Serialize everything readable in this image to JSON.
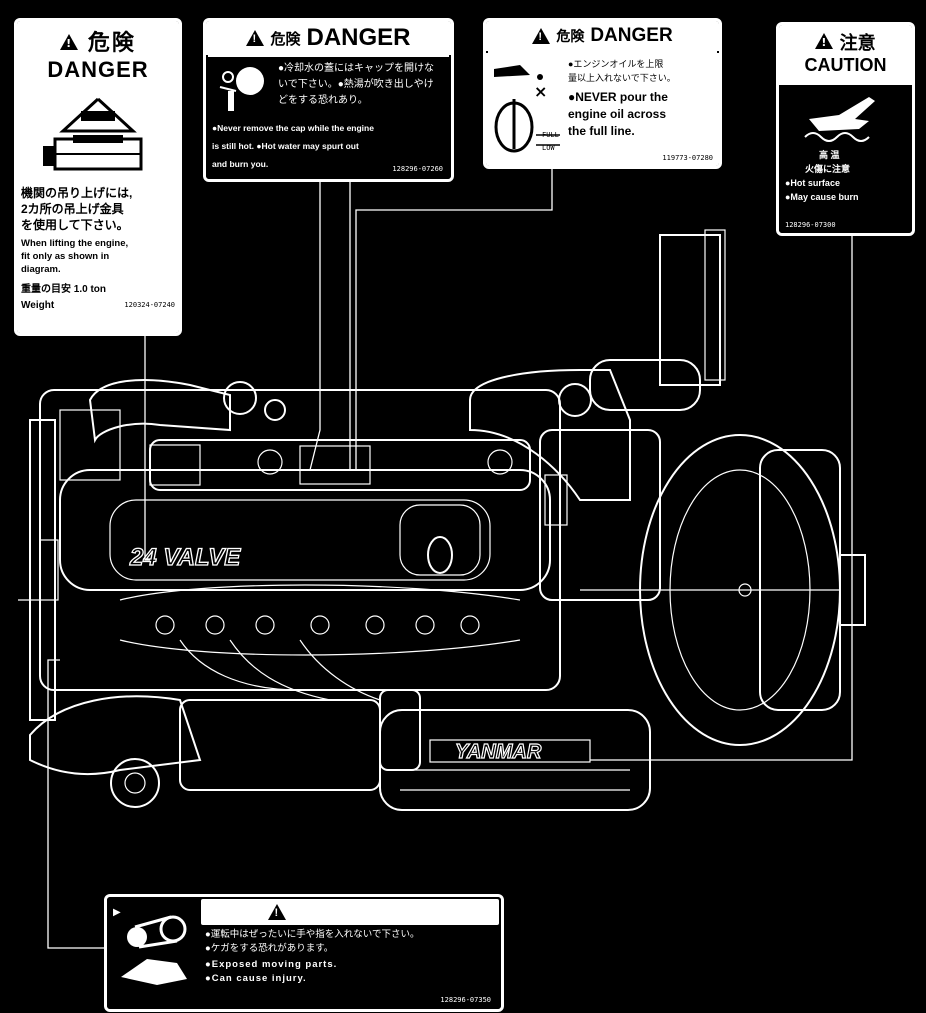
{
  "labels": {
    "lifting": {
      "title_jp": "危険",
      "title_en": "DANGER",
      "jp_line1": "機関の吊り上げには,",
      "jp_line2": "2カ所の吊上げ金具",
      "jp_line3": "を使用して下さい。",
      "en_line1": "When lifting the engine,",
      "en_line2": "fit only as shown in",
      "en_line3": "diagram.",
      "weight_jp": "重量の目安 1.0 ton",
      "weight_en": "Weight",
      "code": "120324-07240"
    },
    "radiator_cap": {
      "title_jp": "危険",
      "title_en": "DANGER",
      "jp_text": "●冷却水の蓋にはキャップを開けないで下さい。●熱湯が吹き出しやけどをする恐れあり。",
      "en_line1": "●Never remove the cap while the engine",
      "en_line2": "is still hot.  ●Hot water may spurt out",
      "en_line3": "and burn you.",
      "code": "128296-07260"
    },
    "oil": {
      "title_jp": "危険",
      "title_en": "DANGER",
      "jp_line1": "●エンジンオイルを上限",
      "jp_line2": "量以上入れないで下さい。",
      "en_line1": "●NEVER pour the",
      "en_line2": "engine oil across",
      "en_line3": "the full line.",
      "full": "FULL",
      "low": "LOW",
      "code": "119773-07280"
    },
    "caution": {
      "title_jp": "注意",
      "title_en": "CAUTION",
      "jp_line1": "高 温",
      "jp_line2": "火傷に注意",
      "en_line1": "●Hot surface",
      "en_line2": "●May cause burn",
      "code": "128296-07300"
    },
    "warning": {
      "title_jp": "警 告",
      "title_en": "WARNING",
      "jp_line1": "●運転中はぜったいに手や指を入れないで下さい。",
      "jp_line2": "●ケガをする恐れがあります。",
      "en_line1": "●Exposed moving parts.",
      "en_line2": "●Can cause injury.",
      "code": "128296-07350"
    }
  },
  "engine": {
    "valve_text": "24 VALVE",
    "brand": "YANMAR"
  },
  "colors": {
    "background": "#000000",
    "line": "#ffffff"
  }
}
